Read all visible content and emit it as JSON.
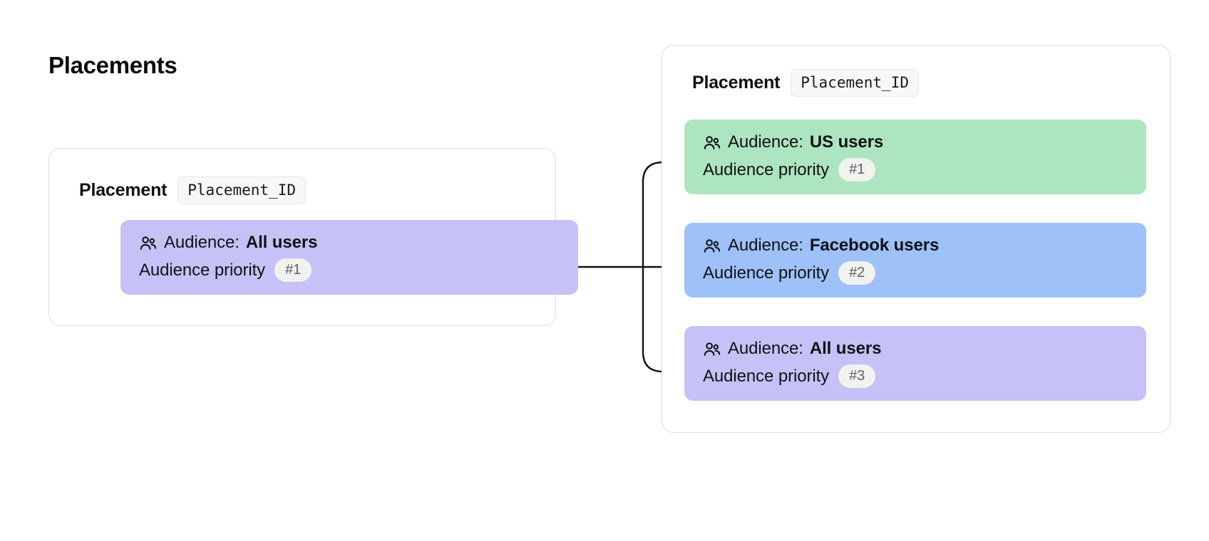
{
  "page": {
    "title": "Placements",
    "background_color": "#ffffff"
  },
  "colors": {
    "card_border": "#dcdcdc",
    "card_background": "#ffffff",
    "id_badge_background": "#f6f8fa",
    "id_badge_border": "#e3e7ec",
    "priority_badge_background": "#f2f2ef",
    "priority_badge_text": "#5d6066",
    "audience_green": "#ade5c0",
    "audience_blue": "#9ec1fa",
    "audience_purple": "#c6c2f7",
    "connector_line": "#111111",
    "text_primary": "#111216"
  },
  "labels": {
    "placement_heading": "Placement",
    "audience_prefix": "Audience:",
    "priority_prefix": "Audience priority",
    "users_icon_name": "users-icon"
  },
  "placements": [
    {
      "id": "placement-left",
      "heading": "Placement",
      "badge": "Placement_ID",
      "audiences": [
        {
          "label": "Audience:",
          "name": "All users",
          "priority_label": "Audience priority",
          "priority": "#1",
          "color": "#c6c2f7",
          "color_name": "purple"
        }
      ]
    },
    {
      "id": "placement-right",
      "heading": "Placement",
      "badge": "Placement_ID",
      "audiences": [
        {
          "label": "Audience:",
          "name": "US users",
          "priority_label": "Audience priority",
          "priority": "#1",
          "color": "#ade5c0",
          "color_name": "green"
        },
        {
          "label": "Audience:",
          "name": "Facebook users",
          "priority_label": "Audience priority",
          "priority": "#2",
          "color": "#9ec1fa",
          "color_name": "blue"
        },
        {
          "label": "Audience:",
          "name": "All users",
          "priority_label": "Audience priority",
          "priority": "#3",
          "color": "#c6c2f7",
          "color_name": "purple"
        }
      ]
    }
  ],
  "connector": {
    "source": "placement-left.audience.0",
    "targets": [
      "placement-right.audience.0",
      "placement-right.audience.1",
      "placement-right.audience.2"
    ],
    "endpoint_dot": true
  }
}
